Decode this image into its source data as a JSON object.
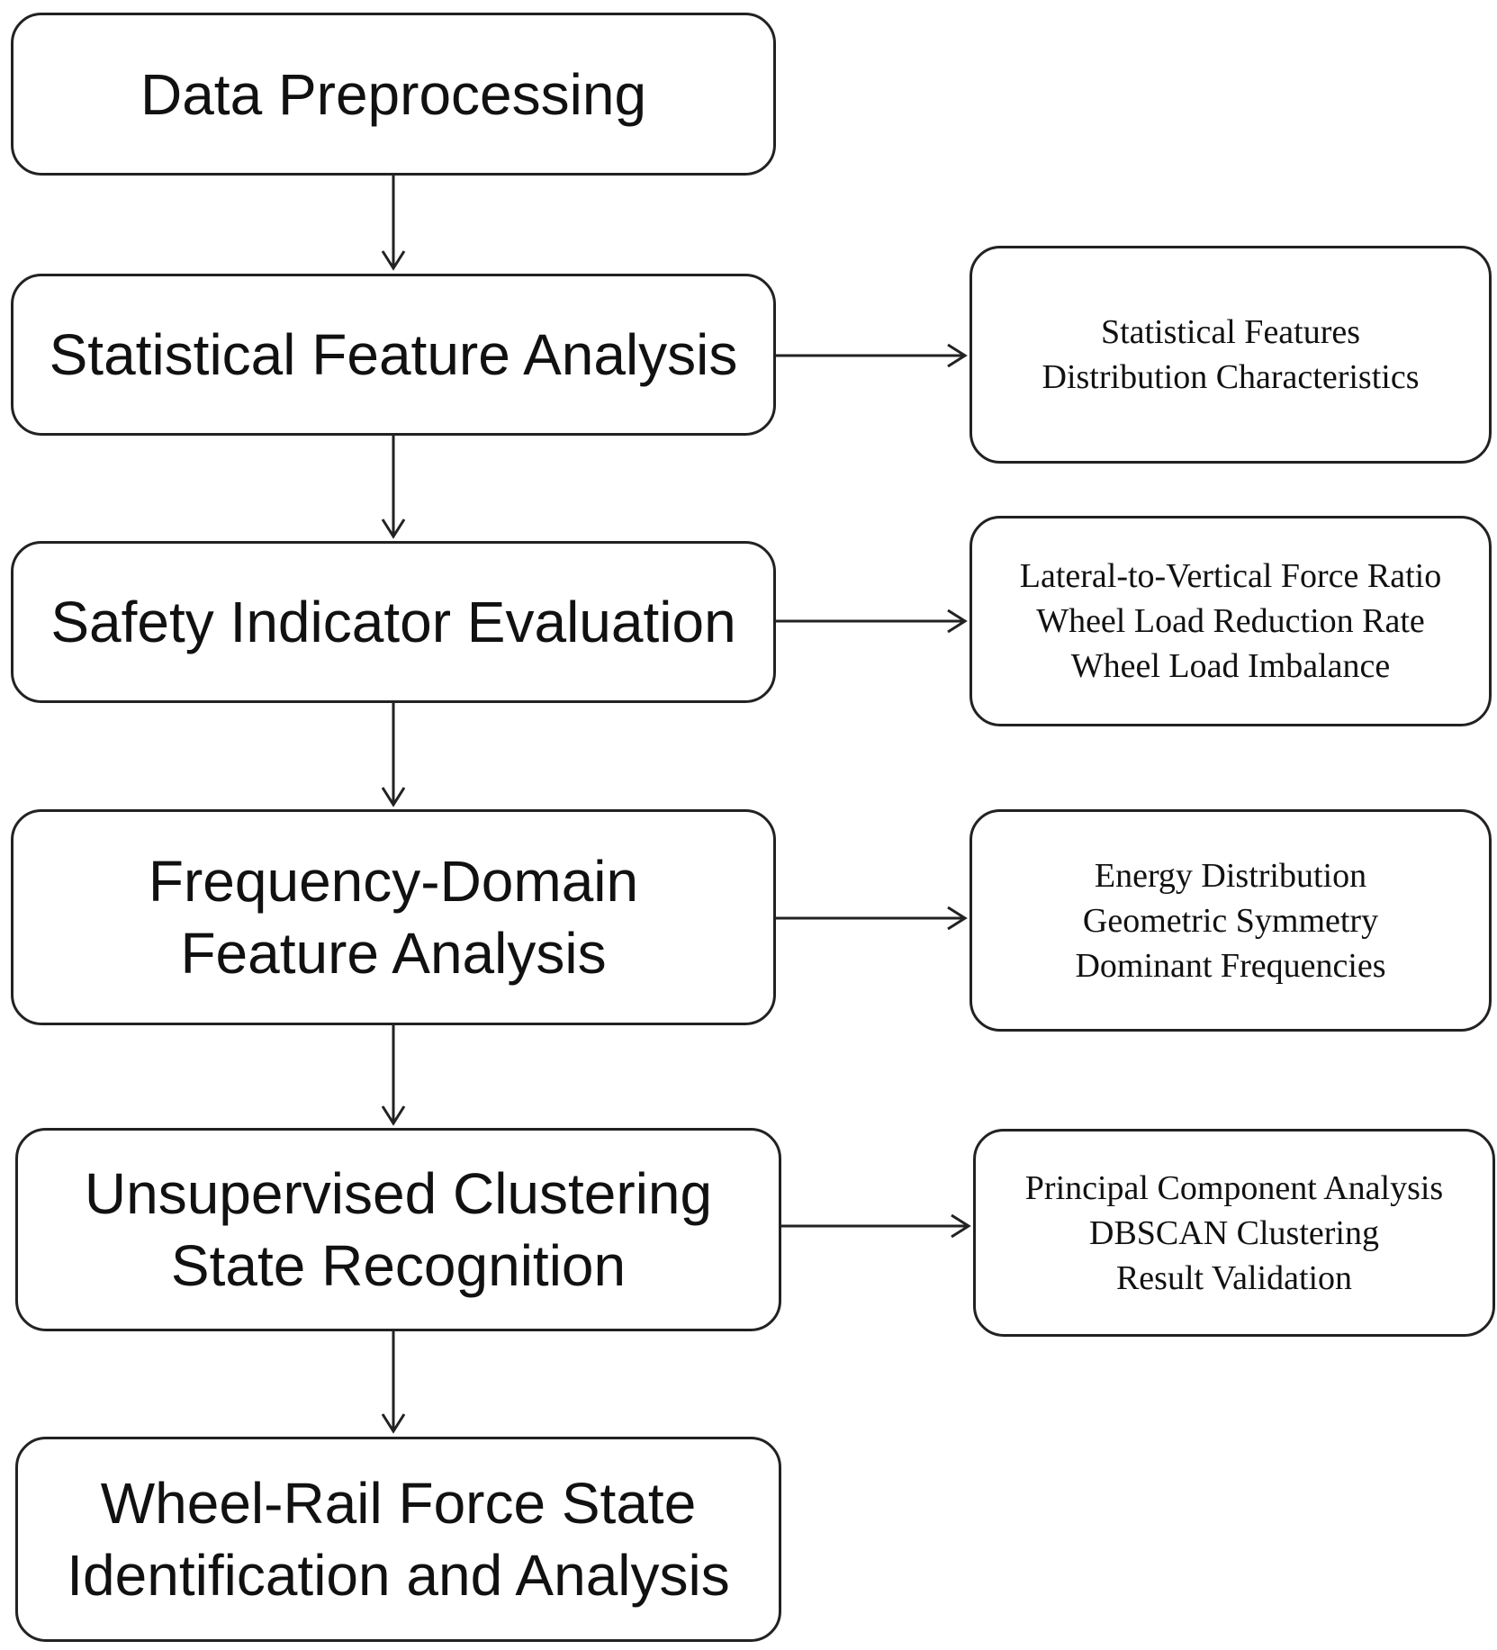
{
  "steps": [
    {
      "lines": [
        "Data Preprocessing"
      ]
    },
    {
      "lines": [
        "Statistical Feature Analysis"
      ]
    },
    {
      "lines": [
        "Safety Indicator Evaluation"
      ]
    },
    {
      "lines": [
        "Frequency-Domain",
        "Feature Analysis"
      ]
    },
    {
      "lines": [
        "Unsupervised Clustering",
        "State Recognition"
      ]
    },
    {
      "lines": [
        "Wheel-Rail Force State",
        "Identification and Analysis"
      ]
    }
  ],
  "details": [
    {
      "lines": [
        "Statistical Features",
        "Distribution Characteristics"
      ]
    },
    {
      "lines": [
        "Lateral-to-Vertical Force Ratio",
        "Wheel Load Reduction Rate",
        "Wheel Load Imbalance"
      ]
    },
    {
      "lines": [
        "Energy Distribution",
        "Geometric Symmetry",
        "Dominant Frequencies"
      ]
    },
    {
      "lines": [
        "Principal Component Analysis",
        "DBSCAN Clustering",
        "Result Validation"
      ]
    }
  ]
}
